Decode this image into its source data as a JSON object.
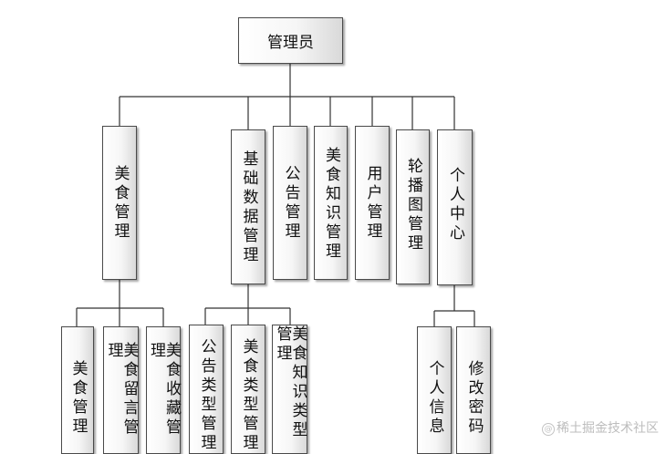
{
  "root": {
    "label": "管理员"
  },
  "level1": [
    {
      "id": "food",
      "label": "美食管理"
    },
    {
      "id": "basedata",
      "label": "基础数据管理"
    },
    {
      "id": "notice",
      "label": "公告管理"
    },
    {
      "id": "knowledge",
      "label": "美食知识管理"
    },
    {
      "id": "users",
      "label": "用户管理"
    },
    {
      "id": "carousel",
      "label": "轮播图管理"
    },
    {
      "id": "personal",
      "label": "个人中心"
    }
  ],
  "level2_food": [
    {
      "label": "美食管理"
    },
    {
      "label": "美食留言管理"
    },
    {
      "label": "美食收藏管理"
    }
  ],
  "level2_basedata": [
    {
      "label": "公告类型管理"
    },
    {
      "label": "美食类型管理"
    },
    {
      "label": "美食知识类型管理"
    }
  ],
  "level2_personal": [
    {
      "label": "个人信息"
    },
    {
      "label": "修改密码"
    }
  ],
  "watermark": {
    "text": "稀土掘金技术社区"
  },
  "colors": {
    "line": "#333333",
    "border": "#4a4a4a",
    "watermark": "#bdbdbd"
  }
}
